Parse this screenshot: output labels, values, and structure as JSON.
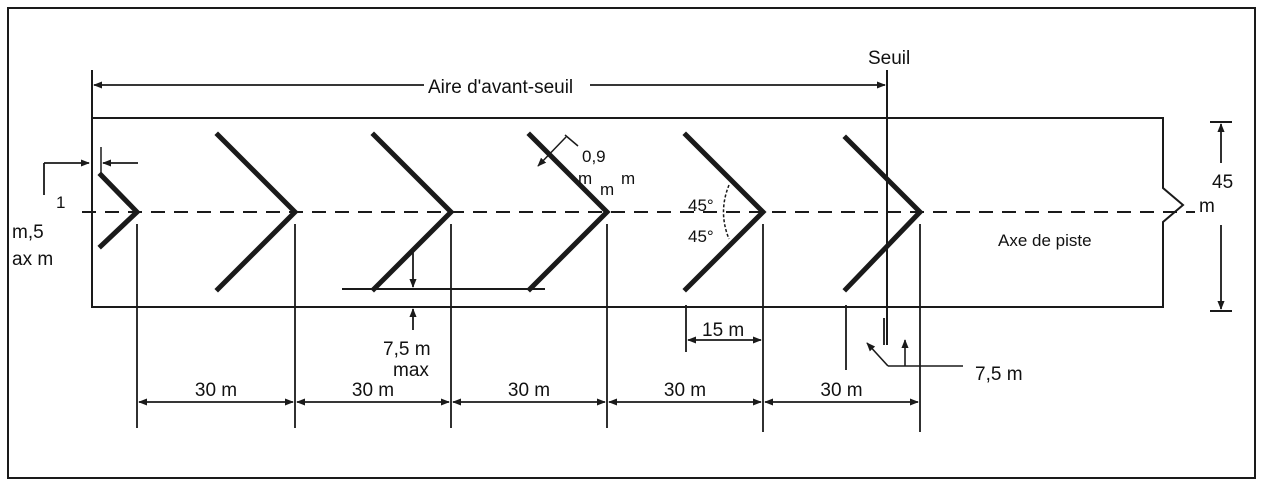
{
  "labels": {
    "seuil": "Seuil",
    "aire": "Aire d'avant-seuil",
    "axe": "Axe de piste",
    "width_value": "45",
    "width_unit": "m",
    "left_top": "1",
    "left_mid": "m,5",
    "left_bot": "ax m",
    "stroke_thk_a": "0,9",
    "stroke_thk_b": "m",
    "stroke_thk_c": "m",
    "stroke_thk_d": "m",
    "angle_top": "45°",
    "angle_bot": "45°",
    "dist_75_max_a": "7,5 m",
    "dist_75_max_b": "max",
    "dist_15": "15 m",
    "dist_75_seuil": "7,5 m"
  },
  "spacing_labels": [
    "30 m",
    "30 m",
    "30 m",
    "30 m",
    "30 m"
  ],
  "colors": {
    "ink": "#1a1a1a",
    "background": "#ffffff"
  }
}
